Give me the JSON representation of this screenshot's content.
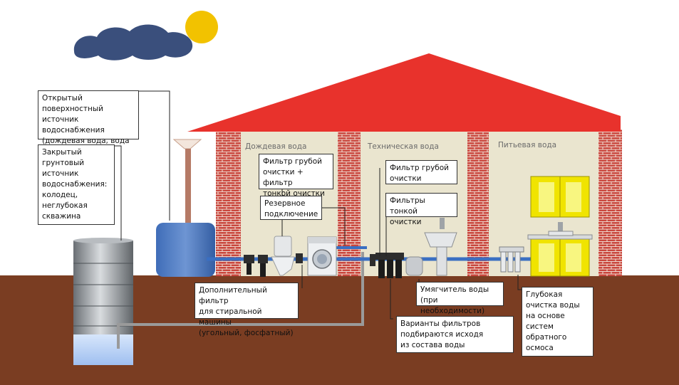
{
  "zones": {
    "rain": "Дождевая вода",
    "technical": "Техническая вода",
    "drinking": "Питьевая вода"
  },
  "labels": {
    "surface_source": "Открытый поверхностный\nисточник водоснабжения\n(дождевая вода, вода\nиз поверхностных водоёмов)",
    "ground_source": "Закрытый\nгрунтовый\nисточник\nводоснабжения:\nколодец,\nнеглубокая\nскважина",
    "coarse_fine_filter": "Фильтр грубой\nочистки + фильтр\nтонкой очистки",
    "reserve_connection": "Резервное\nподключение",
    "coarse_filter": "Фильтр грубой\nочистки",
    "fine_filters": "Фильтры тонкой\nочистки",
    "washing_filter": "Дополнительный фильтр\nдля стиральной машины\n(угольный, фосфатный)",
    "softener": "Умягчитель воды\n(при необходимости)",
    "filter_variants": "Варианты фильтров\nподбираются исходя\nиз состава воды",
    "reverse_osmosis": "Глубокая\nочистка воды\nна основе\nсистем\nобратного\nосмоса"
  },
  "colors": {
    "sky_cloud": "#3a4f7c",
    "sun": "#f2c200",
    "roof": "#e8322c",
    "wall": "#eae5cf",
    "brick": "#c9463d",
    "ground": "#7a3d22",
    "pipe": "#3a6fc2",
    "cabinet": "#f0e400"
  },
  "icons": [
    "cloud-icon",
    "sun-icon",
    "washing-machine-icon",
    "toilet-icon",
    "sink-icon",
    "filter-icon"
  ]
}
